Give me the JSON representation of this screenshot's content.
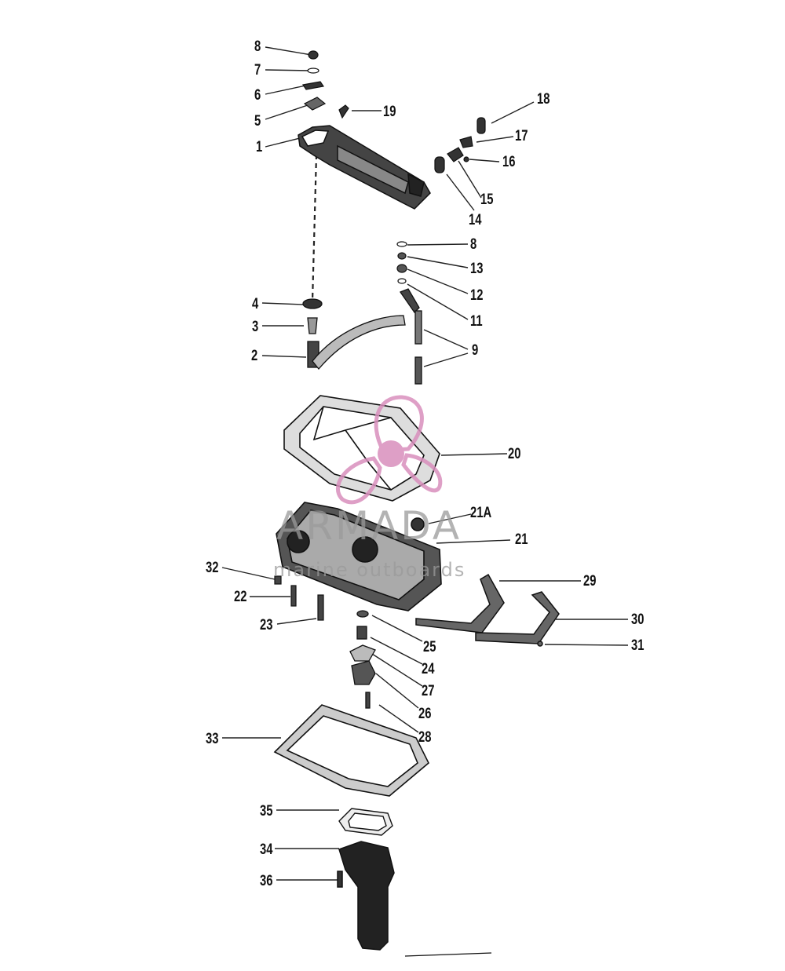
{
  "figure": {
    "callouts": [
      "8",
      "7",
      "6",
      "5",
      "1",
      "19",
      "18",
      "17",
      "16",
      "15",
      "14",
      "8",
      "13",
      "12",
      "11",
      "4",
      "3",
      "2",
      "9",
      "20",
      "21A",
      "21",
      "32",
      "22",
      "23",
      "29",
      "30",
      "31",
      "25",
      "24",
      "27",
      "26",
      "28",
      "33",
      "35",
      "34",
      "36"
    ]
  },
  "watermark": {
    "name": "ARMADA",
    "tagline": "marine outboards",
    "brand_color": "#d98fbd"
  }
}
